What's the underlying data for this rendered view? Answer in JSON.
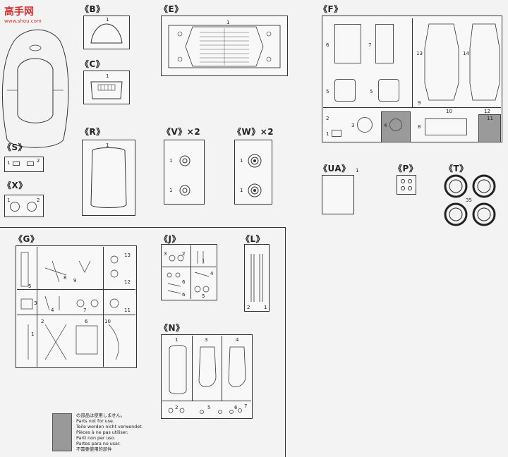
{
  "watermark": {
    "logo": "高手网",
    "url": "www.shou.com"
  },
  "sections": {
    "B": "《B》",
    "C": "《C》",
    "E": "《E》",
    "F": "《F》",
    "R": "《R》",
    "V": "《V》×2",
    "W": "《W》×2",
    "S": "《S》",
    "X": "《X》",
    "UA": "《UA》",
    "P": "《P》",
    "T": "《T》",
    "G": "《G》",
    "J": "《J》",
    "L": "《L》",
    "N": "《N》"
  },
  "numbers": {
    "one": "1",
    "two": "2",
    "three": "3",
    "four": "4",
    "five": "5",
    "six": "6",
    "seven": "7",
    "eight": "8",
    "nine": "9",
    "ten": "10",
    "eleven": "11",
    "twelve": "12",
    "thirteen": "13",
    "fourteen": "14",
    "thirtyfive": "35"
  },
  "legend": {
    "lines": [
      "の部品は使用しません。",
      "Parts not for use.",
      "Teile werden nicht verwendet.",
      "Pièces à ne pas utiliser.",
      "Parti non per uso.",
      "Partes para no usar.",
      "不需要使用的部件"
    ]
  },
  "colors": {
    "line": "#333333",
    "shaded": "#9a9a9a",
    "paper": "#f3f3f3",
    "watermark": "#cc3333"
  }
}
